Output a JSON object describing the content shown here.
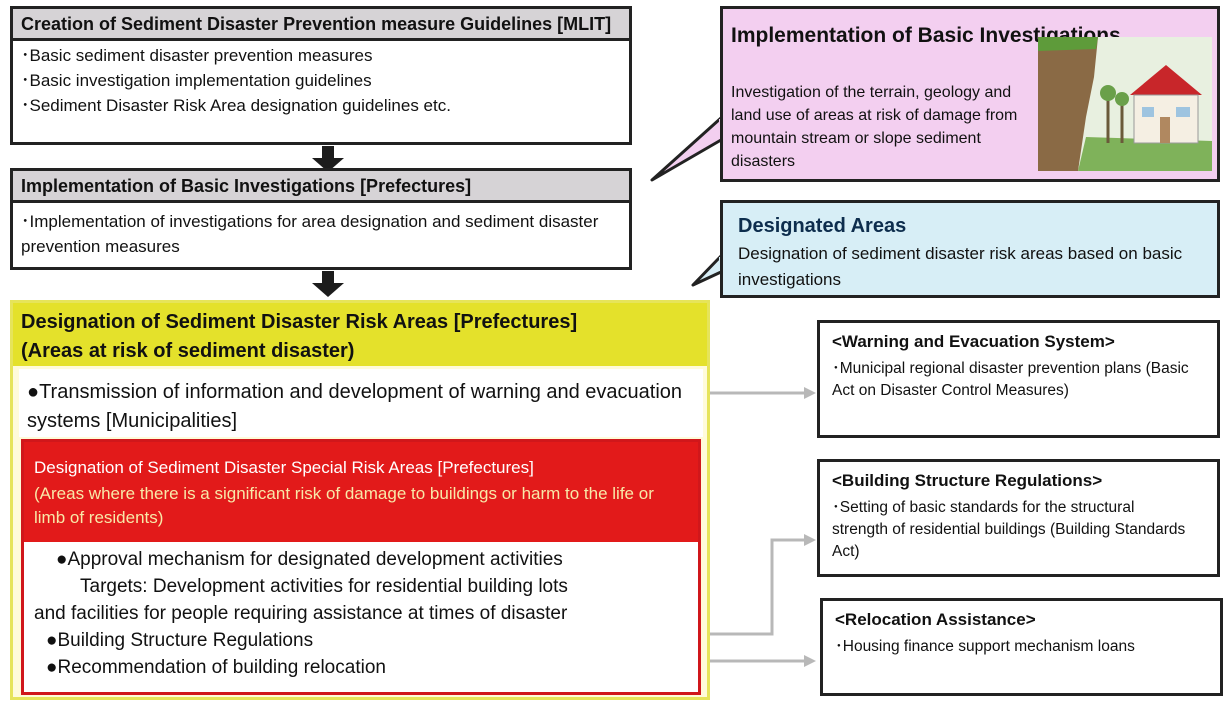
{
  "box1": {
    "title": "Creation of Sediment Disaster Prevention measure Guidelines [MLIT]",
    "items": [
      "･Basic sediment disaster prevention measures",
      "･Basic investigation implementation guidelines",
      "･Sediment Disaster Risk Area designation guidelines etc."
    ]
  },
  "box2": {
    "title": "Implementation of Basic Investigations [Prefectures]",
    "text": "･Implementation of investigations for area designation and sediment disaster prevention measures"
  },
  "callout_investigations": {
    "title": "Implementation of Basic Investigations",
    "desc": "Investigation of the terrain, geology and land use of areas at risk of damage from mountain stream or slope sediment disasters"
  },
  "callout_designated": {
    "title": "Designated Areas",
    "desc": "Designation of sediment disaster risk areas based on basic investigations"
  },
  "main": {
    "title_line1": "Designation of Sediment Disaster Risk Areas [Prefectures]",
    "title_line2": "(Areas at risk of sediment disaster)",
    "transmission": "●Transmission of information and development of warning and evacuation systems [Municipalities]",
    "special": {
      "title": "Designation of Sediment Disaster Special Risk Areas [Prefectures]",
      "subtitle": "(Areas where there is a significant risk of damage to buildings or harm to the life or limb of residents)",
      "item1": "●Approval mechanism for designated development activities",
      "item2": "Targets: Development activities for residential building lots",
      "item3": "and facilities for people requiring assistance at times of disaster",
      "item4": "●Building Structure Regulations",
      "item5": "●Recommendation of building relocation"
    }
  },
  "right": {
    "warning": {
      "title": "<Warning and Evacuation System>",
      "desc": "･Municipal regional disaster prevention plans (Basic Act on Disaster Control Measures)"
    },
    "building": {
      "title": "<Building Structure Regulations>",
      "desc": "･Setting of basic standards for the structural strength of residential buildings (Building Standards Act)"
    },
    "relocation": {
      "title": "<Relocation Assistance>",
      "desc": "･Housing finance support mechanism loans"
    }
  },
  "colors": {
    "header_gray": "#d6d3d6",
    "callout_pink": "#f3cff0",
    "callout_blue": "#d7eef6",
    "main_yellow": "#e4e12b",
    "special_red": "#e21a1a"
  }
}
